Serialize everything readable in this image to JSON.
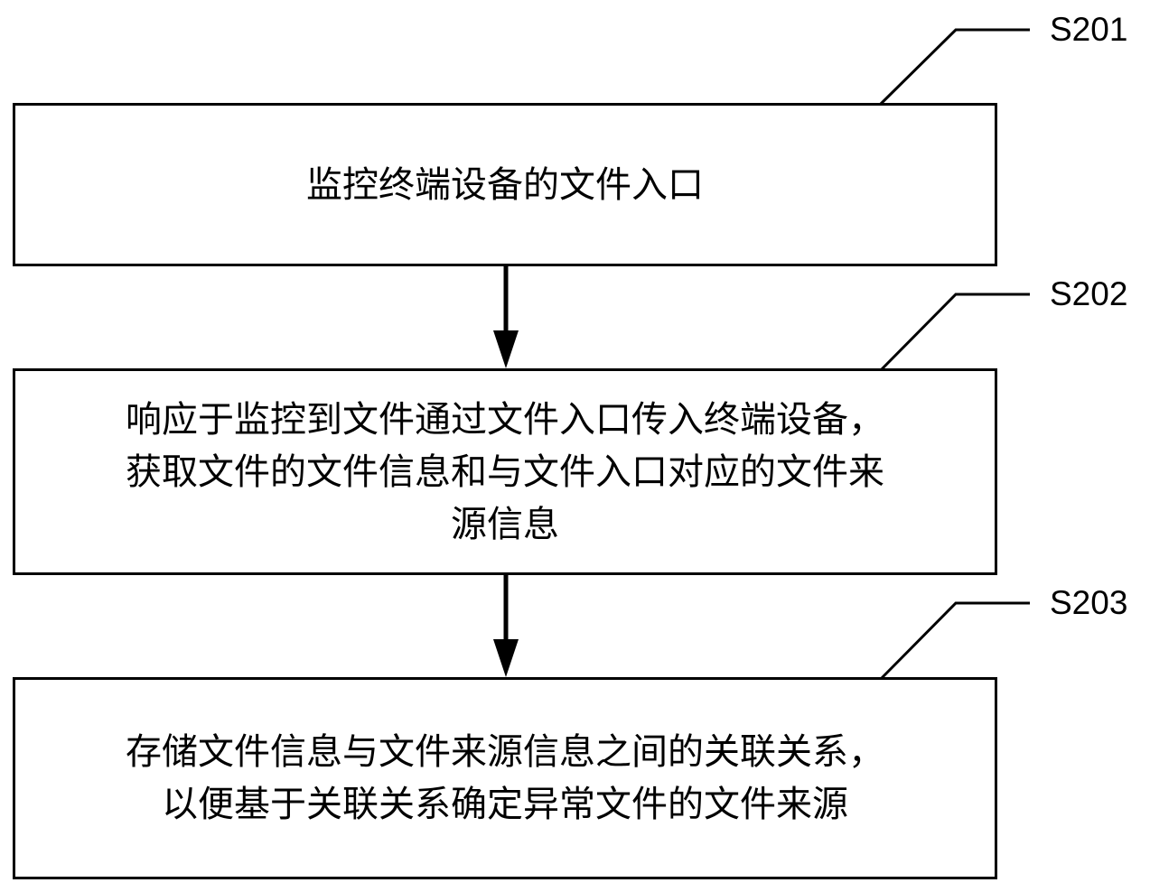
{
  "steps": [
    {
      "id": "S201",
      "text": "监控终端设备的文件入口"
    },
    {
      "id": "S202",
      "text": "响应于监控到文件通过文件入口传入终端设备，\n获取文件的文件信息和与文件入口对应的文件来\n源信息"
    },
    {
      "id": "S203",
      "text": "存储文件信息与文件来源信息之间的关联关系，\n以便基于关联关系确定异常文件的文件来源"
    }
  ]
}
